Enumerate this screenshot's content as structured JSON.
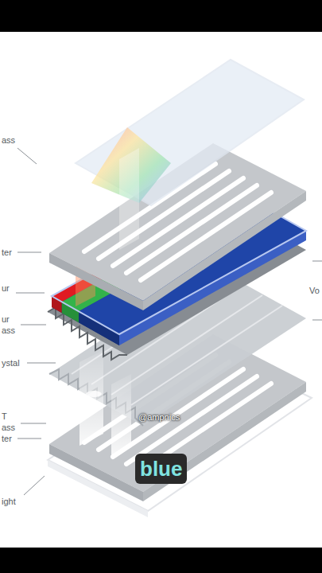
{
  "diagram": {
    "caption": "blue",
    "labels": [
      "ass",
      "ter",
      "ur",
      "ur ass",
      "ystal",
      "T ass",
      "ter",
      "ight",
      "Vo",
      "@ampnics"
    ]
  }
}
